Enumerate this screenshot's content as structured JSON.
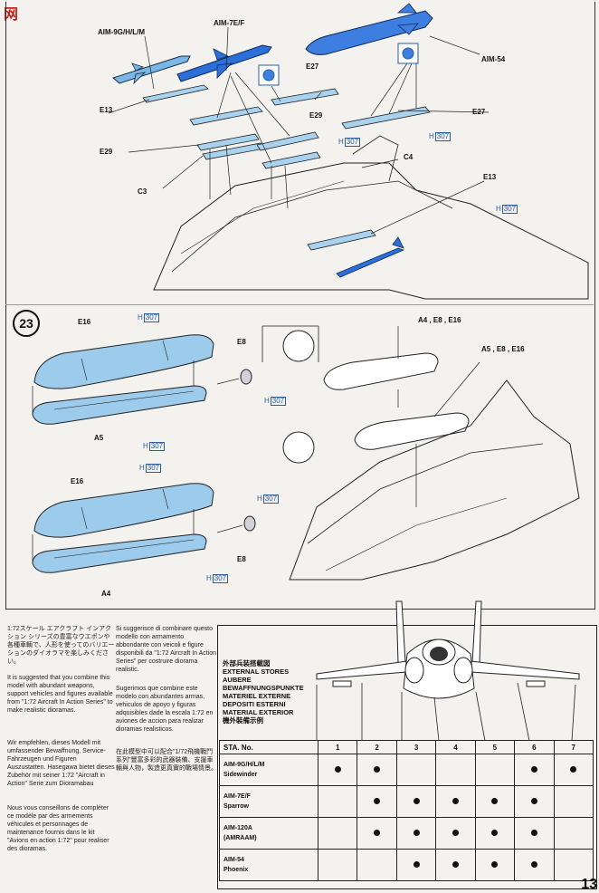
{
  "watermark": {
    "text": "网"
  },
  "missiles": {
    "aim9": "AIM-9G/H/L/M",
    "aim7": "AIM-7E/F",
    "aim54": "AIM-54"
  },
  "parts": {
    "e27_a": "E27",
    "e27_b": "E27",
    "e13_a": "E13",
    "e13_b": "E13",
    "e29_a": "E29",
    "e29_b": "E29",
    "c3": "C3",
    "c4": "C4",
    "e16_a": "E16",
    "e16_b": "E16",
    "e8_a": "E8",
    "e8_b": "E8",
    "a5": "A5",
    "a4": "A4",
    "a4e8e16": "A4 , E8 , E16",
    "a5e8e16": "A5 , E8 , E16"
  },
  "paint": {
    "h": "H",
    "code": "307"
  },
  "step": {
    "number": "23"
  },
  "texts": {
    "jp": "1:72スケール エアクラフト インアクション シリーズの豊富なウエポンや各種車輌で、人形を使ってのバリエーションのダイオラマを楽しみください。",
    "en": "It is suggested that you combine this model with abundant weapons, support vehicles and figures available from \"1:72 Aircraft In Action Series\" to make realistic dioramas.",
    "de": "Wir empfehlen, dieses Modell mit umfassender Bewaffnung, Service-Fahrzeugen und Figuren Auszustatten. Hasegawa bietet dieses Zubehör mit seiner 1:72 \"Aircraft in Action\" Serie zum Dioramabau",
    "fr": "Nous vous conseillons de compléter ce modèle par des armements véhicules et personnages de maintenance fournis dans le kit \"Avions en action 1:72\" pour realiser des dioramas.",
    "it": "Si suggerisce di combinare questo modello con armamento abbondante con veicoli e figure disponibili da \"1:72 Aircraft In Action Series\" per costruire diorama realistic.",
    "es": "Sugerimos que combine este modelo con abundantes armas, vehiculos de apoyo y figuras adquisibles dade la escala 1:72 en aviones de accion para realizar dioramas realisticos.",
    "cn": "在此模型中可以配合\"1/72飛機戰鬥系列\"豐富多彩的武器裝備、支援車輛與人物，製造更真實的戰場情景。"
  },
  "external_stores": {
    "titles": [
      "外部兵装搭載図",
      "EXTERNAL STORES",
      "AUBERE",
      "BEWAFFNUNGSPUNKTE",
      "MATERIEL EXTERNE",
      "DEPOSITI ESTERNI",
      "MATERIAL EXTERIOR",
      "機外裝備示例"
    ],
    "sta_label": "STA. No.",
    "stations": [
      "1",
      "2",
      "3",
      "4",
      "5",
      "6",
      "7"
    ],
    "rows": [
      {
        "name": "AIM-9G/H/L/M",
        "sub": "Sidewinder",
        "marks": [
          1,
          1,
          0,
          0,
          0,
          1,
          1
        ]
      },
      {
        "name": "AIM-7E/F",
        "sub": "Sparrow",
        "marks": [
          0,
          1,
          1,
          1,
          1,
          1,
          0
        ]
      },
      {
        "name": "AIM-120A",
        "sub": "(AMRAAM)",
        "marks": [
          0,
          1,
          1,
          1,
          1,
          1,
          0
        ]
      },
      {
        "name": "AIM-54",
        "sub": "Phoenix",
        "marks": [
          0,
          0,
          1,
          1,
          1,
          1,
          0
        ]
      }
    ]
  },
  "page_number": "13"
}
